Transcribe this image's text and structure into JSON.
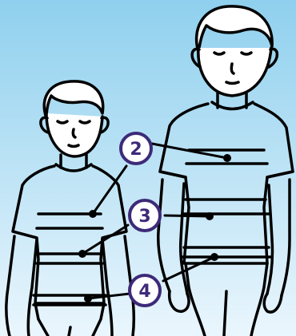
{
  "background": {
    "top": "#8fd0ee",
    "bottom": "#eaf6fd"
  },
  "colors": {
    "line": "#000000",
    "badge_stroke": "#3d2a78",
    "badge_fill": "#ffffff",
    "badge_text": "#3d2a78"
  },
  "badges": [
    {
      "label": "2",
      "meaning": "chest"
    },
    {
      "label": "3",
      "meaning": "waist"
    },
    {
      "label": "4",
      "meaning": "hip"
    }
  ]
}
